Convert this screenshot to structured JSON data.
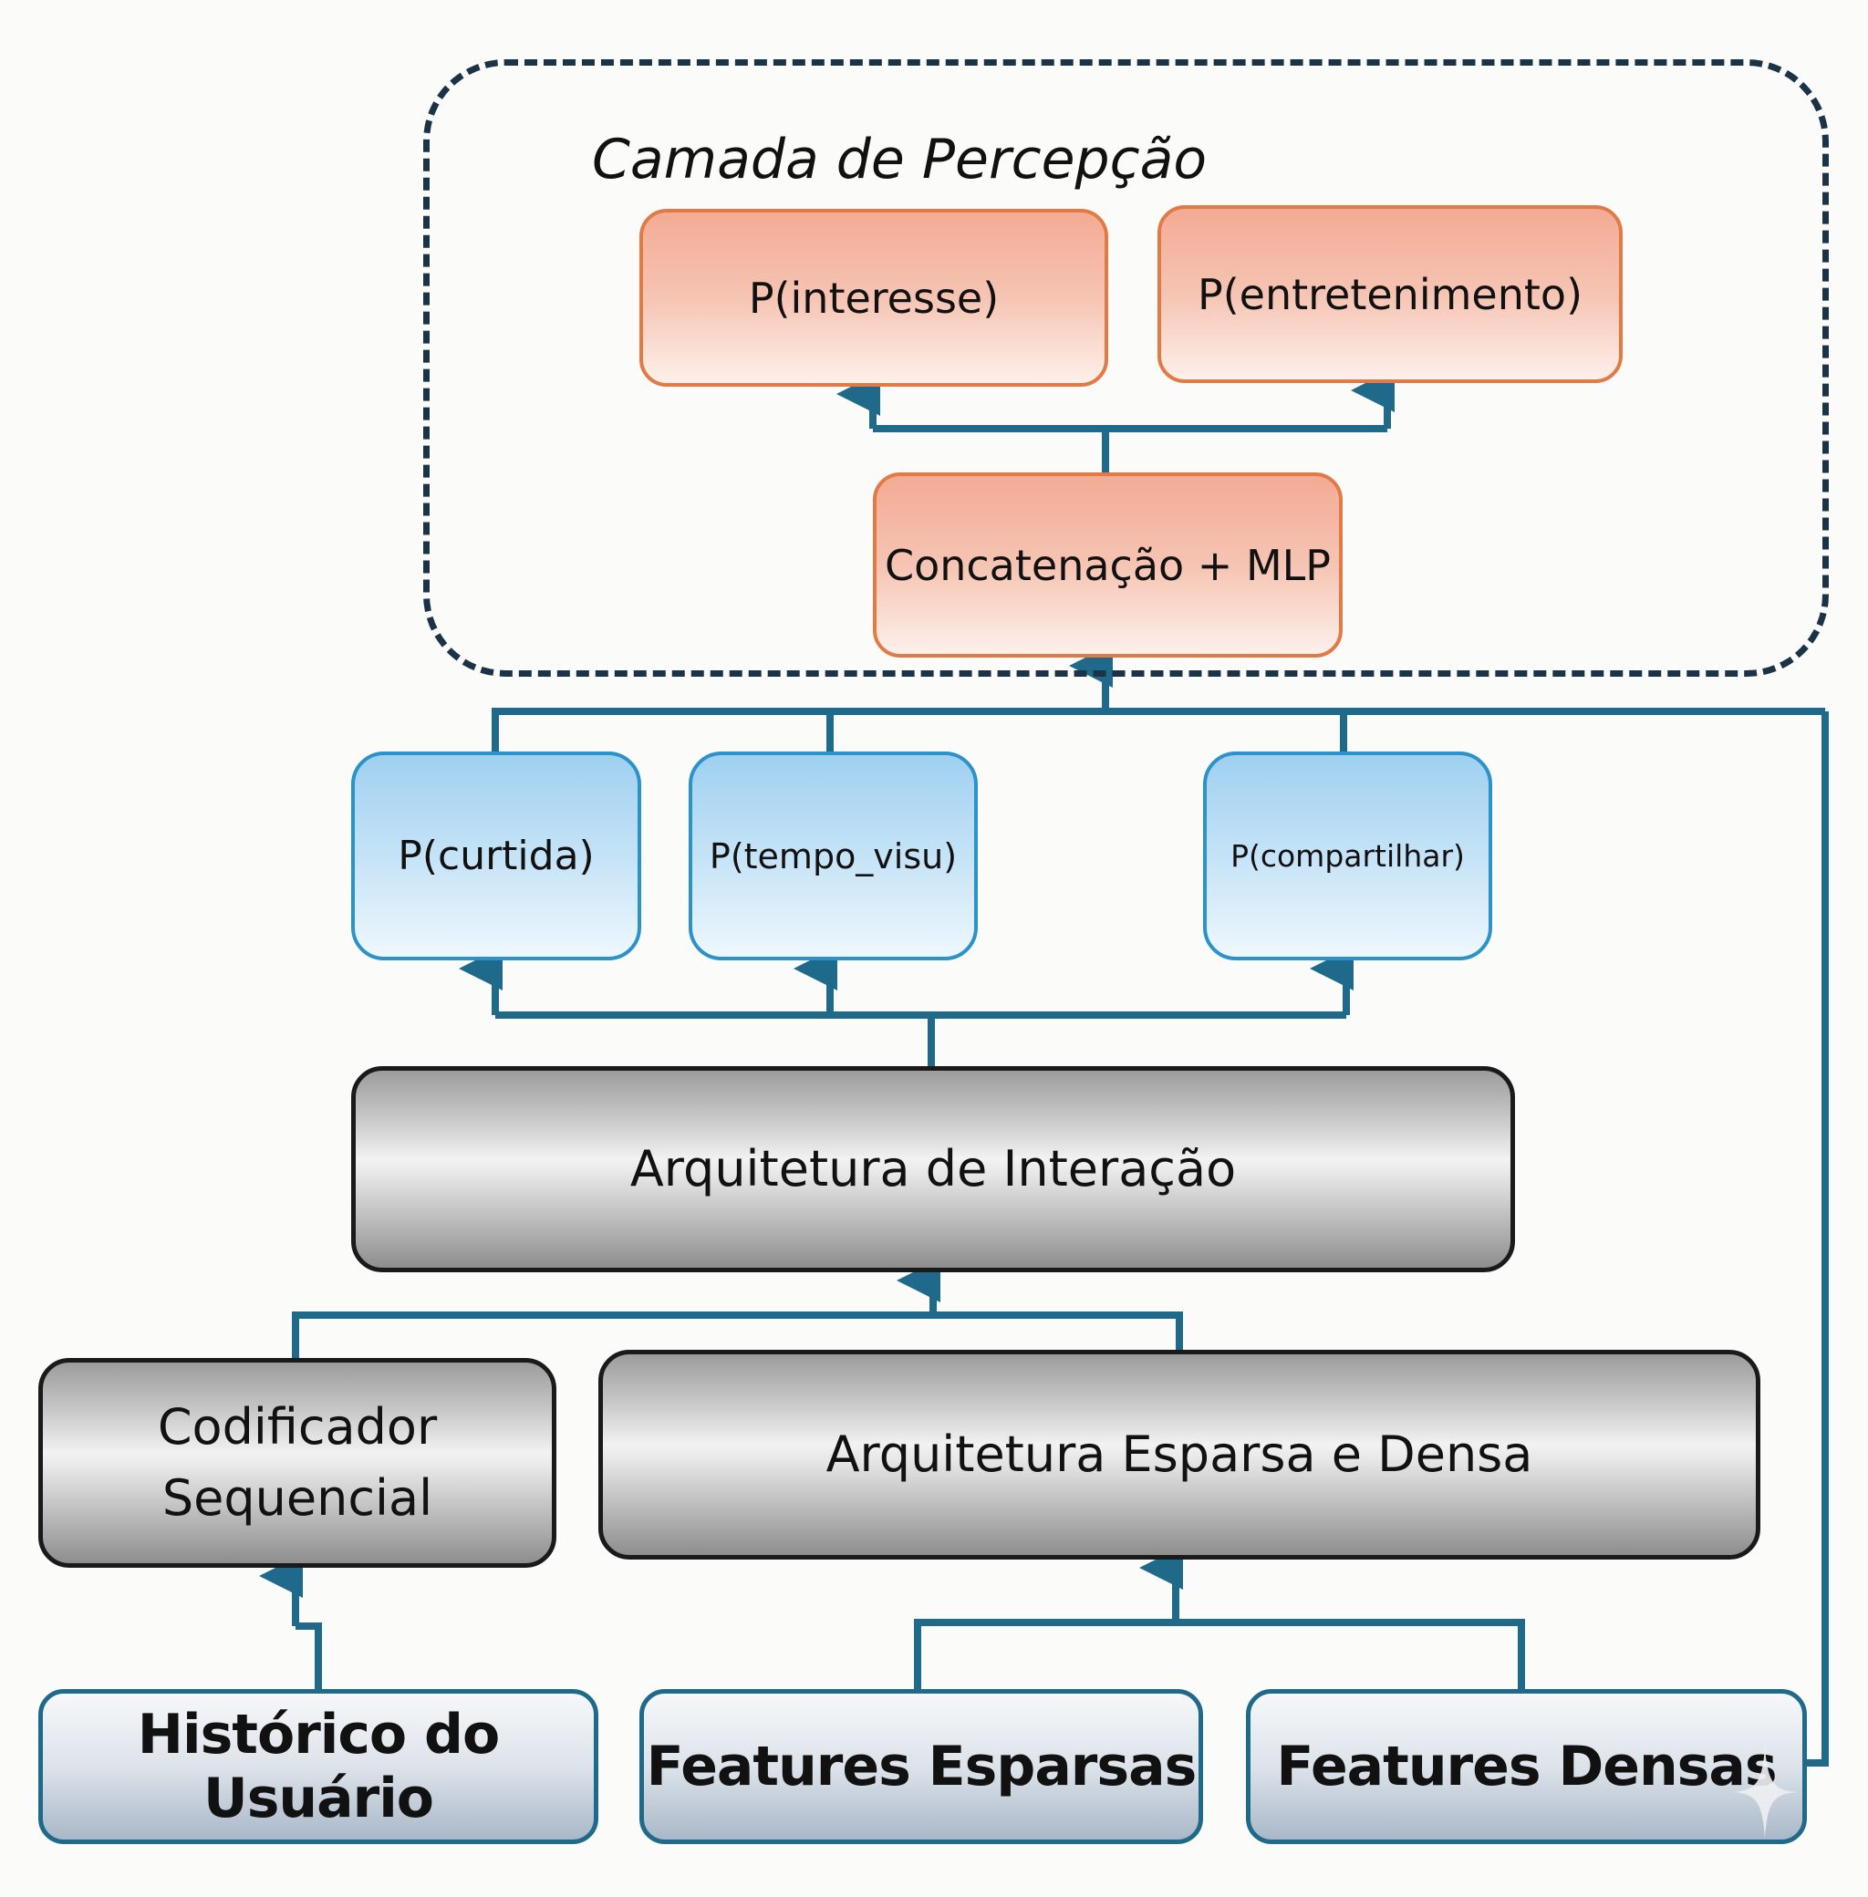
{
  "perception_layer": {
    "title": "Camada de Percepção",
    "outputs": [
      "P(interesse)",
      "P(entretenimento)"
    ],
    "fusion": "Concatenação + MLP"
  },
  "task_heads": [
    "P(curtida)",
    "P(tempo_visu)",
    "P(compartilhar)"
  ],
  "interaction": "Arquitetura de Interação",
  "encoders": {
    "sequential": [
      "Codificador",
      "Sequencial"
    ],
    "sparse_dense": "Arquitetura Esparsa e Densa"
  },
  "inputs": [
    "Histórico do Usuário",
    "Features Esparsas",
    "Features Densas"
  ],
  "colors": {
    "connector": "#1f6a8a",
    "orange_border": "#e27a45",
    "blue_border": "#2b93c9",
    "gray_border": "#1a1a1a",
    "dashed_border": "#1b3347"
  }
}
